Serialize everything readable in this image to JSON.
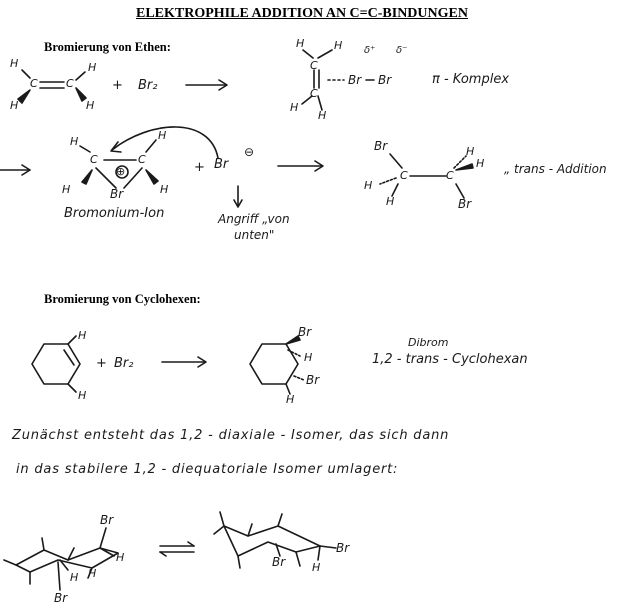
{
  "title": "ELEKTROPHILE ADDITION AN C=C-BINDUNGEN",
  "section1": {
    "heading": "Bromierung von Ethen:",
    "reagent": "Br₂",
    "plus": "+",
    "pi_label": "π - Komplex",
    "delta_plus": "δ⁺",
    "delta_minus": "δ⁻",
    "bromonium_label": "Bromonium-Ion",
    "bromide": "Br",
    "bromide_charge": "⊖",
    "bromonium_charge": "⊕",
    "attack_line1": "Angriff „von",
    "attack_line2": "unten\"",
    "product_label": "„ trans - Addition"
  },
  "section2": {
    "heading": "Bromierung von Cyclohexen:",
    "reagent": "Br₂",
    "plus": "+",
    "product_prefix": "Dibrom",
    "product_name": "1,2 - trans - Cyclohexan"
  },
  "notes": {
    "line1": "Zunächst entsteht das 1,2 - diaxiale - Isomer, das sich dann",
    "line2": "in das stabilere 1,2 - diequatoriale Isomer umlagert:"
  },
  "atoms": {
    "C": "C",
    "H": "H",
    "Br": "Br"
  }
}
